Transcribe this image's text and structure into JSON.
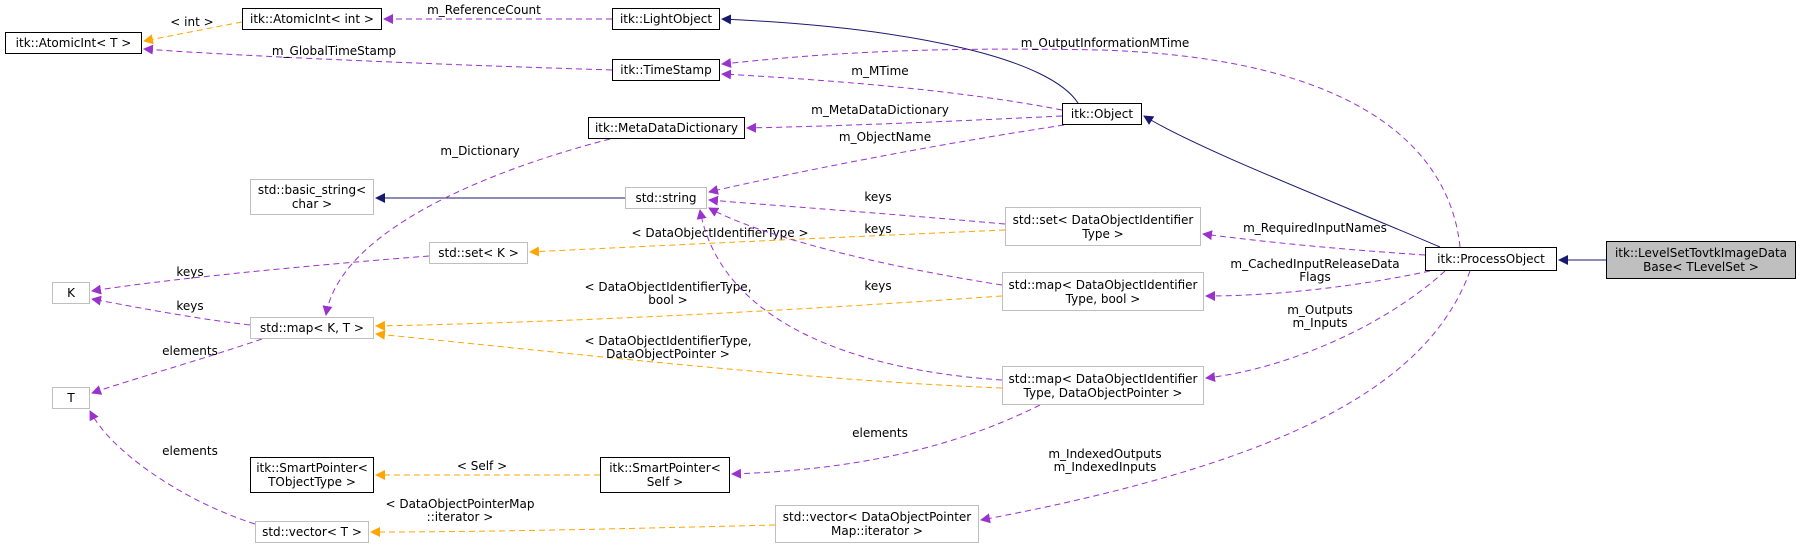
{
  "colors": {
    "inheritance": "#191970",
    "usage": "#9a32cd",
    "template": "#ffa500",
    "node_border": "#000000",
    "external_node_border": "#bfbfbf",
    "selected_fill": "#bfbfbf"
  },
  "nodes": {
    "atomicint_t": "itk::AtomicInt< T >",
    "atomicint_int": "itk::AtomicInt< int >",
    "lightobject": "itk::LightObject",
    "timestamp": "itk::TimeStamp",
    "metadatadictionary": "itk::MetaDataDictionary",
    "object": "itk::Object",
    "basic_string": "std::basic_string<\nchar >",
    "string": "std::string",
    "set_k": "std::set< K >",
    "k": "K",
    "map_kt": "std::map< K, T >",
    "t": "T",
    "smartpointer_tobject": "itk::SmartPointer<\nTObjectType >",
    "smartpointer_self": "itk::SmartPointer<\nSelf >",
    "vector_t": "std::vector< T >",
    "set_doi": "std::set< DataObjectIdentifier\nType >",
    "map_doi_bool": "std::map< DataObjectIdentifier\nType, bool >",
    "map_doi_dop": "std::map< DataObjectIdentifier\nType, DataObjectPointer >",
    "vector_dop": "std::vector< DataObjectPointer\nMap::iterator >",
    "processobject": "itk::ProcessObject",
    "levelset": "itk::LevelSetTovtkImageData\nBase< TLevelSet >"
  },
  "edge_labels": {
    "int_tpl": "< int >",
    "reference_count": "m_ReferenceCount",
    "global_timestamp": "m_GlobalTimeStamp",
    "output_information_mtime": "m_OutputInformationMTime",
    "mtime": "m_MTime",
    "metadata_dictionary": "m_MetaDataDictionary",
    "dictionary": "m_Dictionary",
    "object_name": "m_ObjectName",
    "keys_set_doi": "keys",
    "doi_type_tpl": "< DataObjectIdentifierType >",
    "keys_map_bool": "keys",
    "required_input_names": "m_RequiredInputNames",
    "keys_set_k": "keys",
    "keys_map_kt": "keys",
    "doi_bool_tpl": "< DataObjectIdentifierType,\nbool >",
    "cached_input_release": "m_CachedInputReleaseData\nFlags",
    "elements_t": "elements",
    "doi_dop_tpl": "< DataObjectIdentifierType,\nDataObjectPointer >",
    "keys_map_dop": "keys",
    "outputs_inputs": "m_Outputs\nm_Inputs",
    "elements_vector": "elements",
    "self_tpl": "< Self >",
    "elements_smartpointer": "elements",
    "indexed_outputs_inputs": "m_IndexedOutputs\nm_IndexedInputs",
    "dop_map_iterator_tpl": "< DataObjectPointerMap\n::iterator >"
  }
}
